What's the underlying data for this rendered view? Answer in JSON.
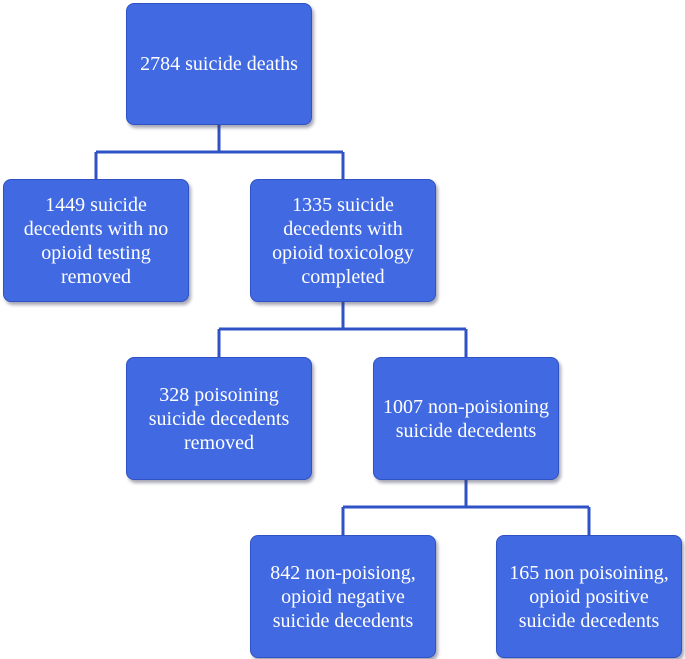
{
  "nodes": {
    "total": "2784 suicide deaths",
    "no_testing": "1449 suicide decedents with no opioid testing removed",
    "toxicology": "1335 suicide decedents with opioid toxicology completed",
    "poisoning_removed": "328 poisoining suicide decedents removed",
    "non_poisoning": "1007 non-poisioning suicide decedents",
    "opioid_negative": "842 non-poisiong, opioid negative suicide decedents",
    "opioid_positive": "165 non poisoining, opioid positive suicide decedents"
  },
  "colors": {
    "box_fill": "#4169e1",
    "connector": "#2f52c4",
    "text": "#ffffff"
  }
}
